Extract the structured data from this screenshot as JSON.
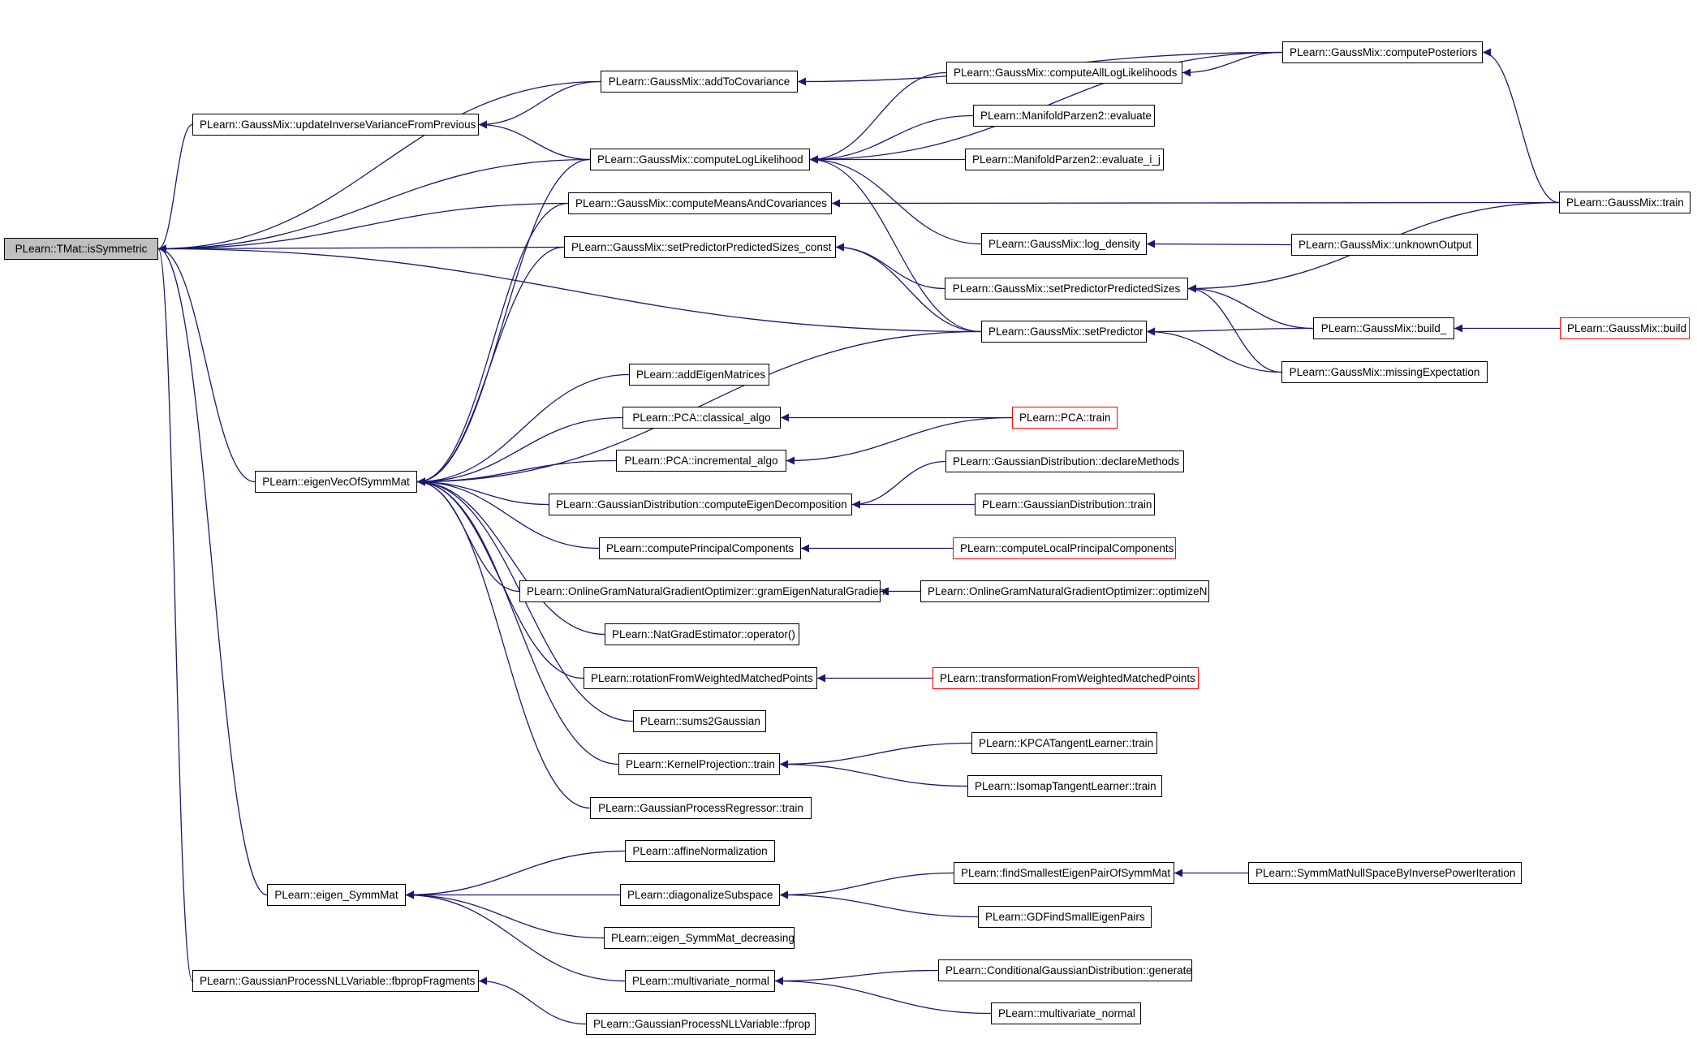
{
  "graph": {
    "nodes": {
      "isSymmetric": "PLearn::TMat::isSymmetric",
      "updateInverseVariance": "PLearn::GaussMix::updateInverseVarianceFromPrevious",
      "addToCovariance": "PLearn::GaussMix::addToCovariance",
      "computeLogLikelihood": "PLearn::GaussMix::computeLogLikelihood",
      "computeMeansAndCovariances": "PLearn::GaussMix::computeMeansAndCovariances",
      "setPredictorPredictedSizesConst": "PLearn::GaussMix::setPredictorPredictedSizes_const",
      "computeAllLogLikelihoods": "PLearn::GaussMix::computeAllLogLikelihoods",
      "computePosteriors": "PLearn::GaussMix::computePosteriors",
      "parzenEvaluate": "PLearn::ManifoldParzen2::evaluate",
      "parzenEvaluateIJ": "PLearn::ManifoldParzen2::evaluate_i_j",
      "gaussMixTrain": "PLearn::GaussMix::train",
      "logDensity": "PLearn::GaussMix::log_density",
      "unknownOutput": "PLearn::GaussMix::unknownOutput",
      "setPredictorPredictedSizes": "PLearn::GaussMix::setPredictorPredictedSizes",
      "setPredictor": "PLearn::GaussMix::setPredictor",
      "buildUnderscore": "PLearn::GaussMix::build_",
      "build": "PLearn::GaussMix::build",
      "missingExpectation": "PLearn::GaussMix::missingExpectation",
      "eigenVecOfSymmMat": "PLearn::eigenVecOfSymmMat",
      "addEigenMatrices": "PLearn::addEigenMatrices",
      "pcaClassical": "PLearn::PCA::classical_algo",
      "pcaTrain": "PLearn::PCA::train",
      "pcaIncremental": "PLearn::PCA::incremental_algo",
      "gdComputeEigen": "PLearn::GaussianDistribution::computeEigenDecomposition",
      "gdDeclareMethods": "PLearn::GaussianDistribution::declareMethods",
      "gdTrain": "PLearn::GaussianDistribution::train",
      "computePrincipal": "PLearn::computePrincipalComponents",
      "computeLocalPrincipal": "PLearn::computeLocalPrincipalComponents",
      "ogGramEigen": "PLearn::OnlineGramNaturalGradientOptimizer::gramEigenNaturalGradient",
      "ogOptimizeN": "PLearn::OnlineGramNaturalGradientOptimizer::optimizeN",
      "natGradOperator": "PLearn::NatGradEstimator::operator()",
      "rotationFromWMP": "PLearn::rotationFromWeightedMatchedPoints",
      "transformationFromWMP": "PLearn::transformationFromWeightedMatchedPoints",
      "sums2Gaussian": "PLearn::sums2Gaussian",
      "kernelProjTrain": "PLearn::KernelProjection::train",
      "kpcaTrain": "PLearn::KPCATangentLearner::train",
      "isomapTrain": "PLearn::IsomapTangentLearner::train",
      "gprTrain": "PLearn::GaussianProcessRegressor::train",
      "eigenSymmMat": "PLearn::eigen_SymmMat",
      "affineNormalization": "PLearn::affineNormalization",
      "diagonalizeSubspace": "PLearn::diagonalizeSubspace",
      "findSmallestEigenPair": "PLearn::findSmallestEigenPairOfSymmMat",
      "symmMatNullSpace": "PLearn::SymmMatNullSpaceByInversePowerIteration",
      "gdFindSmallEigenPairs": "PLearn::GDFindSmallEigenPairs",
      "eigenSymmMatDecreasing": "PLearn::eigen_SymmMat_decreasing",
      "multivariateNormal": "PLearn::multivariate_normal",
      "cgdGenerate": "PLearn::ConditionalGaussianDistribution::generate",
      "multivariateNormal2": "PLearn::multivariate_normal",
      "gpnllFbprop": "PLearn::GaussianProcessNLLVariable::fbpropFragments",
      "gpnllFprop": "PLearn::GaussianProcessNLLVariable::fprop"
    },
    "colors": {
      "edge": "#191970",
      "node_border": "#000000",
      "root_fill": "#bfbfbf",
      "truncated_border": "#ff0000"
    },
    "highlighted_node": "isSymmetric",
    "truncated_nodes": [
      "build",
      "pcaTrain",
      "computeLocalPrincipal",
      "transformationFromWMP"
    ],
    "edges": [
      [
        "updateInverseVariance",
        "isSymmetric"
      ],
      [
        "addToCovariance",
        "isSymmetric"
      ],
      [
        "computeLogLikelihood",
        "isSymmetric"
      ],
      [
        "computeMeansAndCovariances",
        "isSymmetric"
      ],
      [
        "setPredictorPredictedSizesConst",
        "isSymmetric"
      ],
      [
        "setPredictor",
        "isSymmetric"
      ],
      [
        "eigenVecOfSymmMat",
        "isSymmetric"
      ],
      [
        "eigenSymmMat",
        "isSymmetric"
      ],
      [
        "gpnllFbprop",
        "isSymmetric"
      ],
      [
        "addToCovariance",
        "updateInverseVariance"
      ],
      [
        "computeLogLikelihood",
        "updateInverseVariance"
      ],
      [
        "computePosteriors",
        "addToCovariance"
      ],
      [
        "computeAllLogLikelihoods",
        "computeLogLikelihood"
      ],
      [
        "computePosteriors",
        "computeLogLikelihood"
      ],
      [
        "parzenEvaluate",
        "computeLogLikelihood"
      ],
      [
        "parzenEvaluateIJ",
        "computeLogLikelihood"
      ],
      [
        "logDensity",
        "computeLogLikelihood"
      ],
      [
        "setPredictor",
        "computeLogLikelihood"
      ],
      [
        "computePosteriors",
        "computeAllLogLikelihoods"
      ],
      [
        "gaussMixTrain",
        "computePosteriors"
      ],
      [
        "gaussMixTrain",
        "computeMeansAndCovariances"
      ],
      [
        "unknownOutput",
        "logDensity"
      ],
      [
        "setPredictorPredictedSizes",
        "setPredictorPredictedSizesConst"
      ],
      [
        "setPredictor",
        "setPredictorPredictedSizesConst"
      ],
      [
        "gaussMixTrain",
        "setPredictorPredictedSizes"
      ],
      [
        "buildUnderscore",
        "setPredictorPredictedSizes"
      ],
      [
        "missingExpectation",
        "setPredictorPredictedSizes"
      ],
      [
        "buildUnderscore",
        "setPredictor"
      ],
      [
        "missingExpectation",
        "setPredictor"
      ],
      [
        "build",
        "buildUnderscore"
      ],
      [
        "computeLogLikelihood",
        "eigenVecOfSymmMat"
      ],
      [
        "computeMeansAndCovariances",
        "eigenVecOfSymmMat"
      ],
      [
        "setPredictorPredictedSizesConst",
        "eigenVecOfSymmMat"
      ],
      [
        "setPredictor",
        "eigenVecOfSymmMat"
      ],
      [
        "addEigenMatrices",
        "eigenVecOfSymmMat"
      ],
      [
        "pcaClassical",
        "eigenVecOfSymmMat"
      ],
      [
        "pcaIncremental",
        "eigenVecOfSymmMat"
      ],
      [
        "gdComputeEigen",
        "eigenVecOfSymmMat"
      ],
      [
        "computePrincipal",
        "eigenVecOfSymmMat"
      ],
      [
        "ogGramEigen",
        "eigenVecOfSymmMat"
      ],
      [
        "natGradOperator",
        "eigenVecOfSymmMat"
      ],
      [
        "rotationFromWMP",
        "eigenVecOfSymmMat"
      ],
      [
        "sums2Gaussian",
        "eigenVecOfSymmMat"
      ],
      [
        "kernelProjTrain",
        "eigenVecOfSymmMat"
      ],
      [
        "gprTrain",
        "eigenVecOfSymmMat"
      ],
      [
        "pcaTrain",
        "pcaClassical"
      ],
      [
        "pcaTrain",
        "pcaIncremental"
      ],
      [
        "gdDeclareMethods",
        "gdComputeEigen"
      ],
      [
        "gdTrain",
        "gdComputeEigen"
      ],
      [
        "computeLocalPrincipal",
        "computePrincipal"
      ],
      [
        "ogOptimizeN",
        "ogGramEigen"
      ],
      [
        "transformationFromWMP",
        "rotationFromWMP"
      ],
      [
        "kpcaTrain",
        "kernelProjTrain"
      ],
      [
        "isomapTrain",
        "kernelProjTrain"
      ],
      [
        "affineNormalization",
        "eigenSymmMat"
      ],
      [
        "diagonalizeSubspace",
        "eigenSymmMat"
      ],
      [
        "eigenSymmMatDecreasing",
        "eigenSymmMat"
      ],
      [
        "multivariateNormal",
        "eigenSymmMat"
      ],
      [
        "findSmallestEigenPair",
        "diagonalizeSubspace"
      ],
      [
        "gdFindSmallEigenPairs",
        "diagonalizeSubspace"
      ],
      [
        "symmMatNullSpace",
        "findSmallestEigenPair"
      ],
      [
        "cgdGenerate",
        "multivariateNormal"
      ],
      [
        "multivariateNormal2",
        "multivariateNormal"
      ],
      [
        "gpnllFprop",
        "gpnllFbprop"
      ]
    ]
  }
}
